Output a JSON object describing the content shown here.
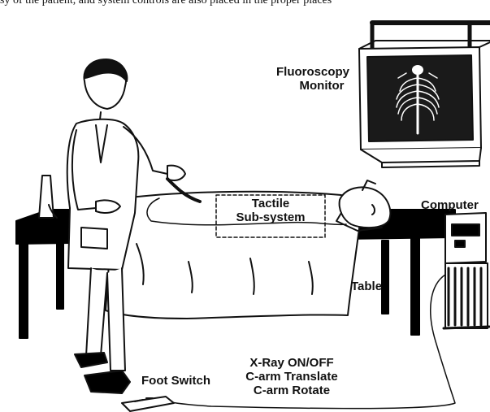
{
  "caption_fragment": "sy of the patient, and system controls are also placed in the proper places",
  "labels": {
    "fluoroscopy_monitor": [
      "Fluoroscopy",
      "Monitor"
    ],
    "tactile_subsystem": [
      "Tactile",
      "Sub-system"
    ],
    "computer": "Computer",
    "table": "Table",
    "foot_switch": "Foot Switch",
    "controls": [
      "X-Ray ON/OFF",
      "C-arm Translate",
      "C-arm Rotate"
    ]
  }
}
